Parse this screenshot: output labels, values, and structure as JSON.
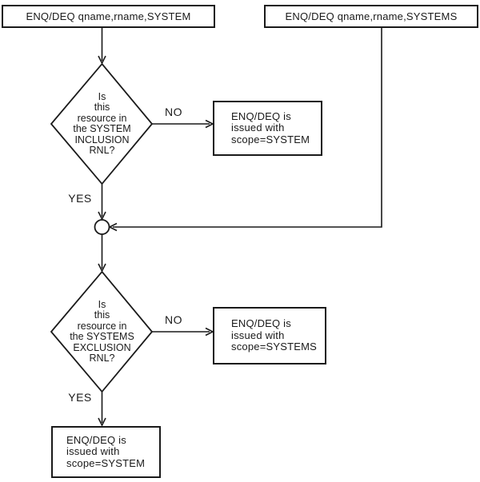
{
  "flowchart": {
    "entry_boxes": {
      "system": "ENQ/DEQ qname,rname,SYSTEM",
      "systems": "ENQ/DEQ qname,rname,SYSTEMS"
    },
    "decisions": {
      "inclusion": "Is\nthis\nresource in\nthe SYSTEM\nINCLUSION\nRNL?",
      "exclusion": "Is\nthis\nresource in\nthe SYSTEMS\nEXCLUSION\nRNL?"
    },
    "results": {
      "inclusion_no": "ENQ/DEQ is\nissued with\nscope=SYSTEM",
      "exclusion_no": "ENQ/DEQ is\nissued with\nscope=SYSTEMS",
      "exclusion_yes": "ENQ/DEQ is\nissued with\nscope=SYSTEM"
    },
    "edge_labels": {
      "inclusion_no": "NO",
      "inclusion_yes": "YES",
      "exclusion_no": "NO",
      "exclusion_yes": "YES"
    },
    "colors": {
      "ink": "#1a1a1a",
      "background": "#ffffff"
    }
  }
}
